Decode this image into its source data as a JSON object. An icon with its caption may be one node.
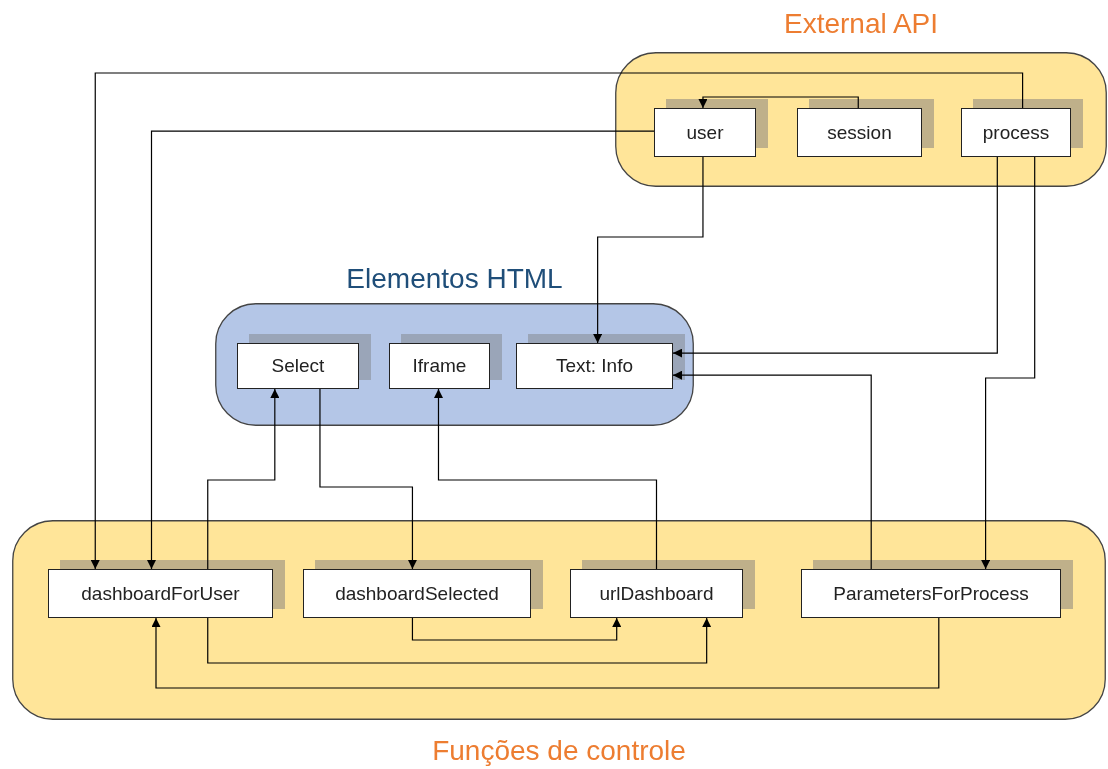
{
  "diagram": {
    "nodes": [
      {
        "text": [
          "External API"
        ]
      },
      {
        "text": [
          "user"
        ],
        "in": 0
      },
      {
        "text": [
          "session"
        ],
        "in": 0
      },
      {
        "text": [
          "process"
        ],
        "in": 0
      },
      {
        "text": [
          "Elementos HTML"
        ]
      },
      {
        "text": [
          "Select"
        ],
        "in": 4
      },
      {
        "text": [
          "Iframe"
        ],
        "in": 4
      },
      {
        "text": [
          "Text: Info"
        ],
        "in": 4
      },
      {
        "text": [
          "Funções de controle"
        ]
      },
      {
        "text": [
          "dashboardForUser"
        ],
        "in": 8
      },
      {
        "text": [
          "dashboardSelected"
        ],
        "in": 8
      },
      {
        "text": [
          "urlDashboard"
        ],
        "in": 8
      },
      {
        "text": [
          "ParametersForProcess"
        ],
        "in": 8
      }
    ],
    "edges": [
      {
        "from": 2,
        "to": 1,
        "arrow": "to"
      },
      {
        "from": 3,
        "to": 9,
        "arrow": "to"
      },
      {
        "from": 1,
        "to": 9,
        "arrow": "to"
      },
      {
        "from": 1,
        "to": 7,
        "arrow": "to"
      },
      {
        "from": 3,
        "to": 7,
        "arrow": "to"
      },
      {
        "from": 3,
        "to": 12,
        "arrow": "to"
      },
      {
        "from": 12,
        "to": 7,
        "arrow": "to"
      },
      {
        "from": 9,
        "to": 5,
        "arrow": "to"
      },
      {
        "from": 5,
        "to": 10,
        "arrow": "to"
      },
      {
        "from": 11,
        "to": 6,
        "arrow": "to"
      },
      {
        "from": 10,
        "to": 11,
        "arrow": "to"
      },
      {
        "from": 9,
        "to": 11,
        "arrow": "to"
      },
      {
        "from": 12,
        "to": 9,
        "arrow": "to"
      }
    ]
  }
}
